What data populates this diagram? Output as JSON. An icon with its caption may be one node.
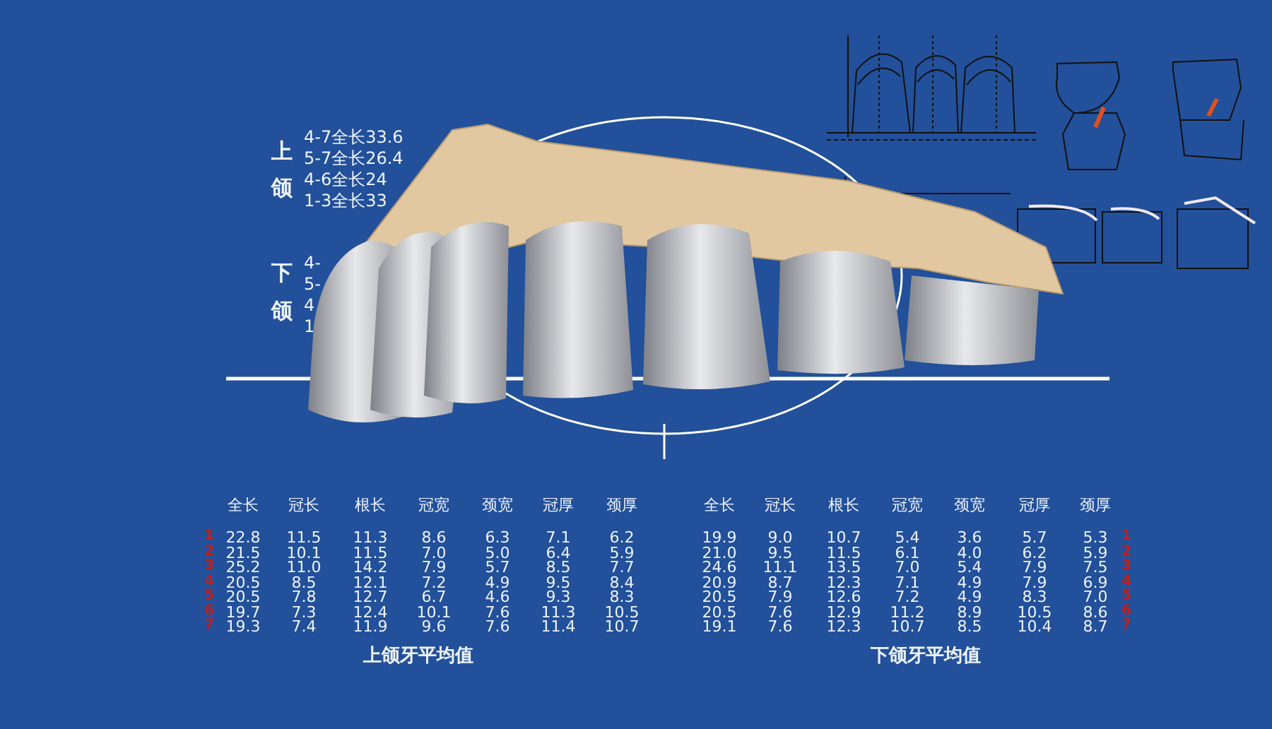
{
  "diagram": {
    "labels": [
      "上",
      "颌",
      "4-7全长33.6",
      "5-7全长26.4",
      "4-6全长24",
      "1-3全长33",
      "下",
      "颌",
      "4-",
      "5-",
      "4",
      "1",
      "全长",
      "冠长",
      "根长",
      "冠宽",
      "颈宽",
      "冠厚",
      "颈厚",
      "1",
      "22.8",
      "11.5",
      "11.3",
      "8.6",
      "6.3",
      "7.1",
      "6.2",
      "2",
      "21.5",
      "10.1",
      "11.5",
      "7.0",
      "5.0",
      "6.4",
      "5.9",
      "3",
      "25.2",
      "11.0",
      "14.2",
      "7.9",
      "5.7",
      "8.5",
      "7.7",
      "4",
      "20.5",
      "8.5",
      "12.1",
      "7.2",
      "4.9",
      "9.5",
      "8.4",
      "5",
      "20.5",
      "7.8",
      "12.7",
      "6.7",
      "4.6",
      "9.3",
      "8.3",
      "6",
      "19.7",
      "7.3",
      "12.4",
      "10.1",
      "7.6",
      "11.3",
      "10.5",
      "7",
      "19.3",
      "7.4",
      "11.9",
      "9.6",
      "7.6",
      "11.4",
      "10.7",
      "上颌牙平均值",
      "全长",
      "冠长",
      "根长",
      "冠宽",
      "颈宽",
      "冠厚",
      "颈厚",
      "19.9",
      "9.0",
      "10.7",
      "5.4",
      "3.6",
      "5.7",
      "5.3",
      "1",
      "21.0",
      "9.5",
      "11.5",
      "6.1",
      "4.0",
      "6.2",
      "5.9",
      "2",
      "24.6",
      "11.1",
      "13.5",
      "7.0",
      "5.4",
      "7.9",
      "7.5",
      "3",
      "20.9",
      "8.7",
      "12.3",
      "7.1",
      "4.9",
      "7.9",
      "6.9",
      "4",
      "20.5",
      "7.9",
      "12.6",
      "7.2",
      "4.9",
      "8.3",
      "7.0",
      "5",
      "20.5",
      "7.6",
      "12.9",
      "11.2",
      "8.9",
      "10.5",
      "8.6",
      "6",
      "19.1",
      "7.6",
      "12.3",
      "10.7",
      "8.5",
      "10.4",
      "8.7",
      "7",
      "下颌牙平均值"
    ]
  }
}
